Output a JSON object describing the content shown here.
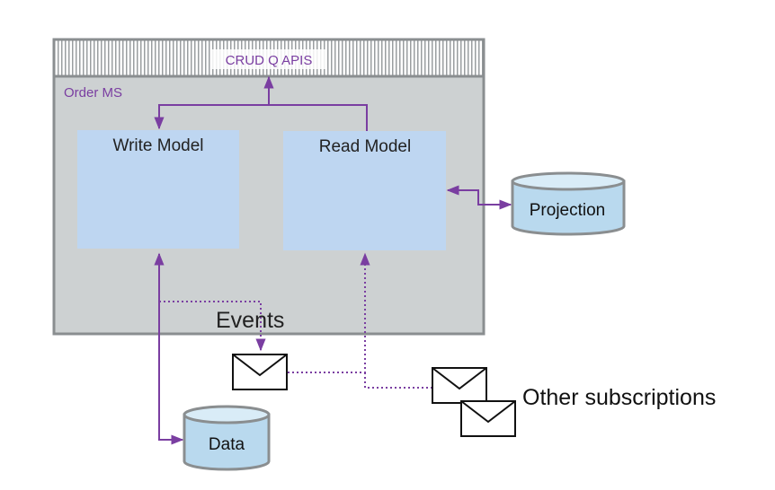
{
  "api_bar": {
    "label": "CRUD Q APIS"
  },
  "service": {
    "label": "Order MS"
  },
  "write_model": {
    "label": "Write Model"
  },
  "read_model": {
    "label": "Read Model"
  },
  "projection_db": {
    "label": "Projection"
  },
  "data_db": {
    "label": "Data"
  },
  "events": {
    "label": "Events"
  },
  "other_subscriptions": {
    "label": "Other subscriptions"
  },
  "colors": {
    "arrow": "#7a3ea1",
    "service_fill": "#cdd1d2",
    "model_fill": "#bed6f1",
    "db_fill": "#b9d9ee",
    "border": "#8a8e90"
  },
  "icons": {
    "event_message": "envelope-icon",
    "database": "cylinder-icon"
  }
}
